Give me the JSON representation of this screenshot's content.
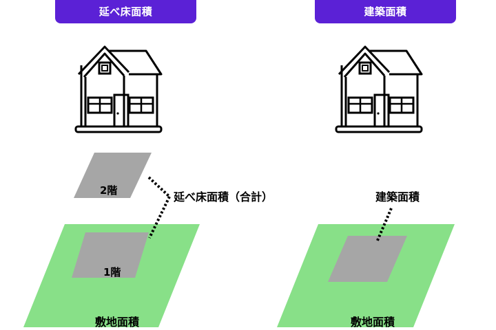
{
  "colors": {
    "tag_background": "#5b21d6",
    "site_fill": "#88e088",
    "floor_fill": "#a6a6a6",
    "line_color": "#000000"
  },
  "left_panel": {
    "tag": "延べ床面積",
    "house_icon": "house-icon",
    "floor2_label": "2階",
    "floor1_label": "1階",
    "total_label": "延べ床面積（合計）",
    "site_label": "敷地面積"
  },
  "right_panel": {
    "tag": "建築面積",
    "house_icon": "house-icon",
    "building_label": "建築面積",
    "site_label": "敷地面積"
  }
}
